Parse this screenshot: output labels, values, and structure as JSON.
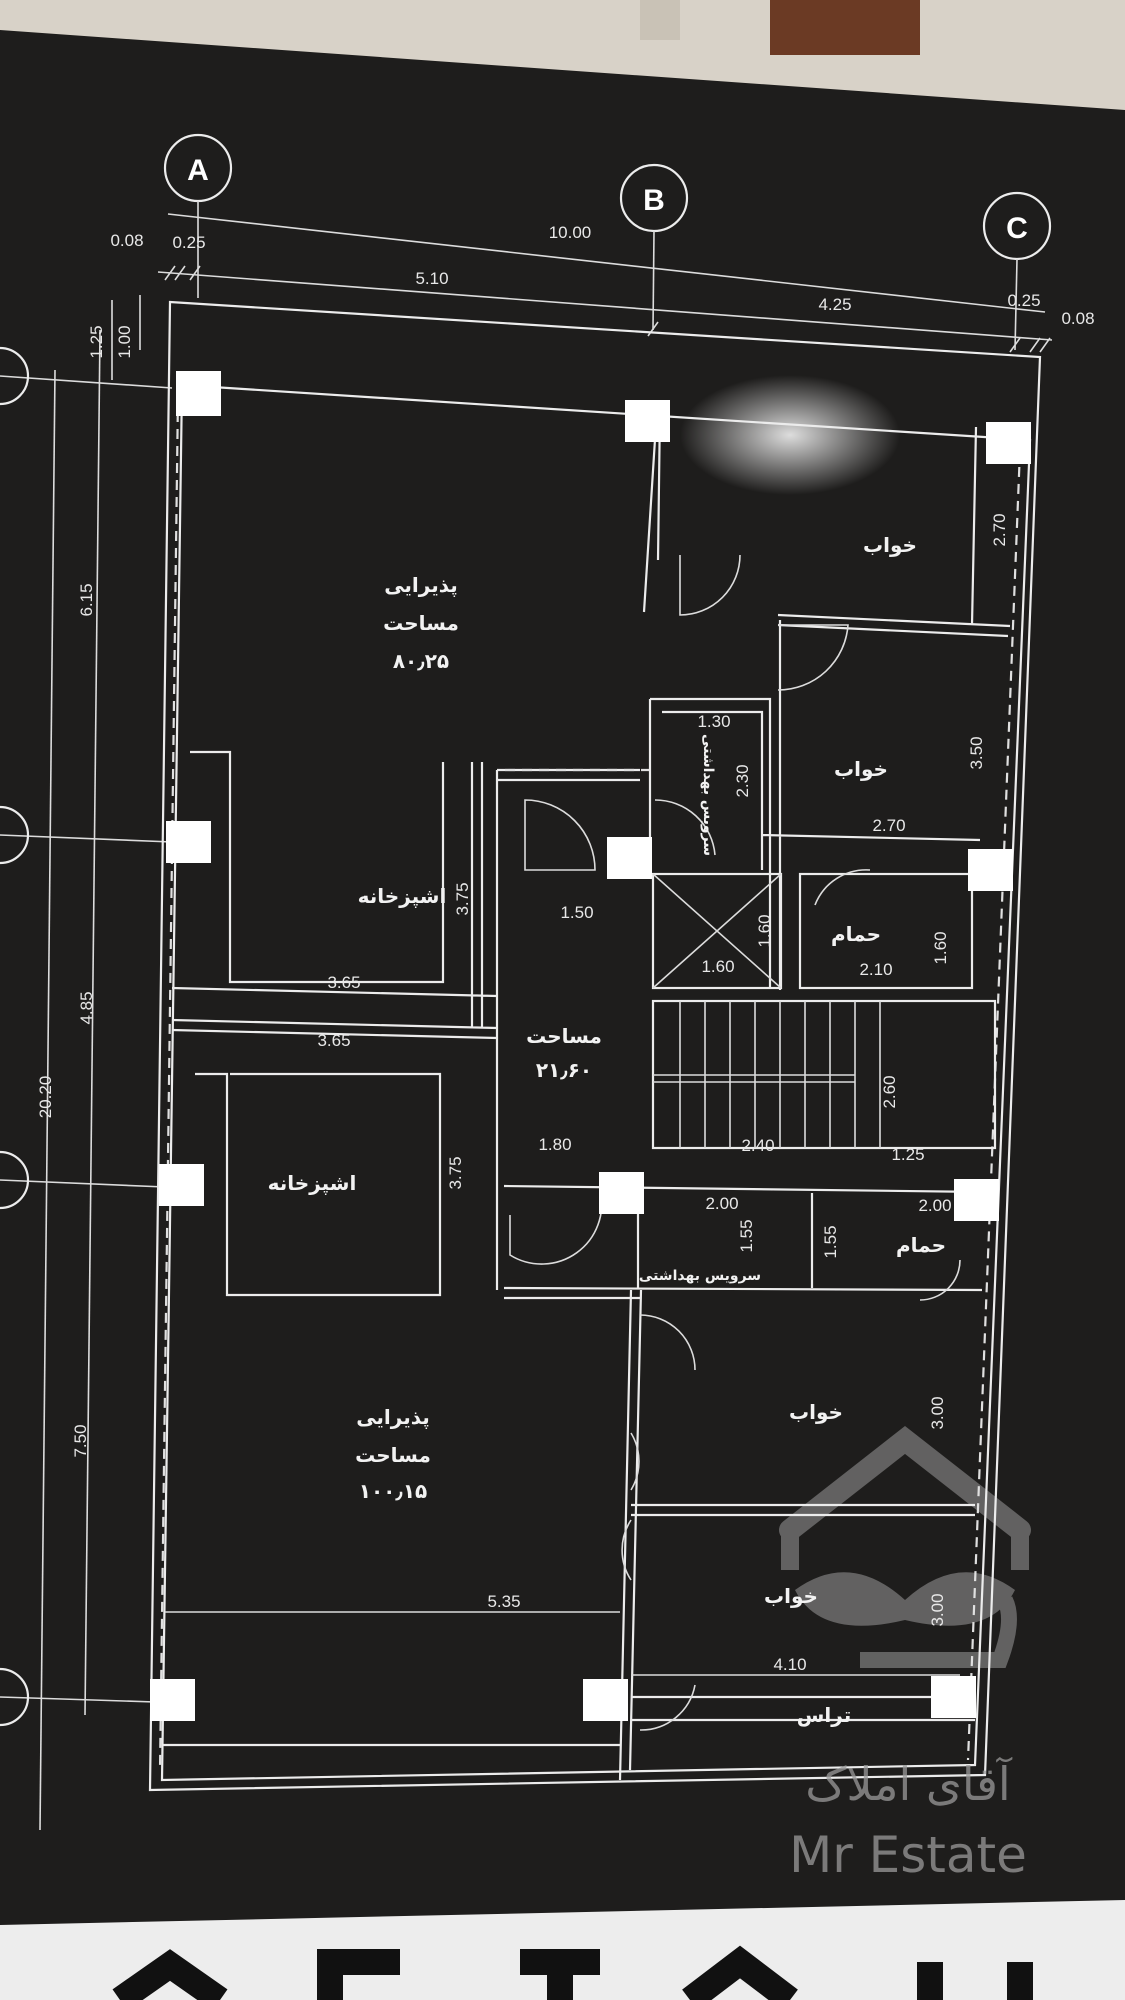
{
  "grid_axes": {
    "a": "A",
    "b": "B",
    "c": "C"
  },
  "dimensions_top": {
    "overall": "10.00",
    "left_offset_outer": "0.08",
    "left_offset_inner": "0.25",
    "bay_ab": "5.10",
    "bay_bc": "4.25",
    "right_offset_inner": "0.25",
    "right_offset_outer": "0.08"
  },
  "dimensions_left": {
    "top_outer": "1.25",
    "top_inner": "1.00",
    "bay_1": "6.15",
    "bay_2": "4.85",
    "overall": "20.20",
    "bay_3": "7.50"
  },
  "rooms": {
    "living_top": {
      "name": "پذیرایی",
      "area_label": "مساحت",
      "area": "۸۰٫۲۵"
    },
    "bedroom_1": {
      "name": "خواب",
      "height": "2.70"
    },
    "bedroom_2": {
      "name": "خواب",
      "height": "3.50",
      "width": "2.70"
    },
    "wc_top": {
      "name": "سرویس بهداشتی",
      "width": "1.30",
      "height": "2.30"
    },
    "kitchen_1": {
      "name": "اشپزخانه",
      "height": "3.75",
      "width": "3.65"
    },
    "hall_top": {
      "width": "1.50"
    },
    "elevator": {
      "width": "1.60",
      "height": "1.60"
    },
    "bath_top": {
      "name": "حمام",
      "height": "1.60",
      "width": "2.10"
    },
    "unit_mid": {
      "area_label": "مساحت",
      "area": "۲۱٫۶۰"
    },
    "kitchen_2": {
      "name": "اشپزخانه",
      "height": "3.75",
      "width": "3.65"
    },
    "stairs": {
      "height": "2.60",
      "width": "2.40",
      "landing": "1.25"
    },
    "hall_mid": {
      "width": "1.80"
    },
    "wc_bottom": {
      "name": "سرویس بهداشتی",
      "width": "2.00",
      "height": "1.55"
    },
    "bath_bottom": {
      "name": "حمام",
      "width": "2.00",
      "height": "1.55"
    },
    "bedroom_3": {
      "name": "خواب",
      "height": "3.00"
    },
    "living_bottom": {
      "name": "پذیرایی",
      "area_label": "مساحت",
      "area": "۱۰۰٫۱۵",
      "width": "5.35"
    },
    "bedroom_4": {
      "name": "خواب",
      "height": "3.00",
      "width": "4.10"
    },
    "terrace": {
      "name": "تراس"
    }
  },
  "watermark": {
    "brand_fa": "آقای املاک",
    "brand_en": "Mr Estate"
  },
  "colors": {
    "background": "#1e1d1c",
    "lines": "#ececec",
    "columns": "#ffffff",
    "watermark": "#9a9a9a"
  }
}
